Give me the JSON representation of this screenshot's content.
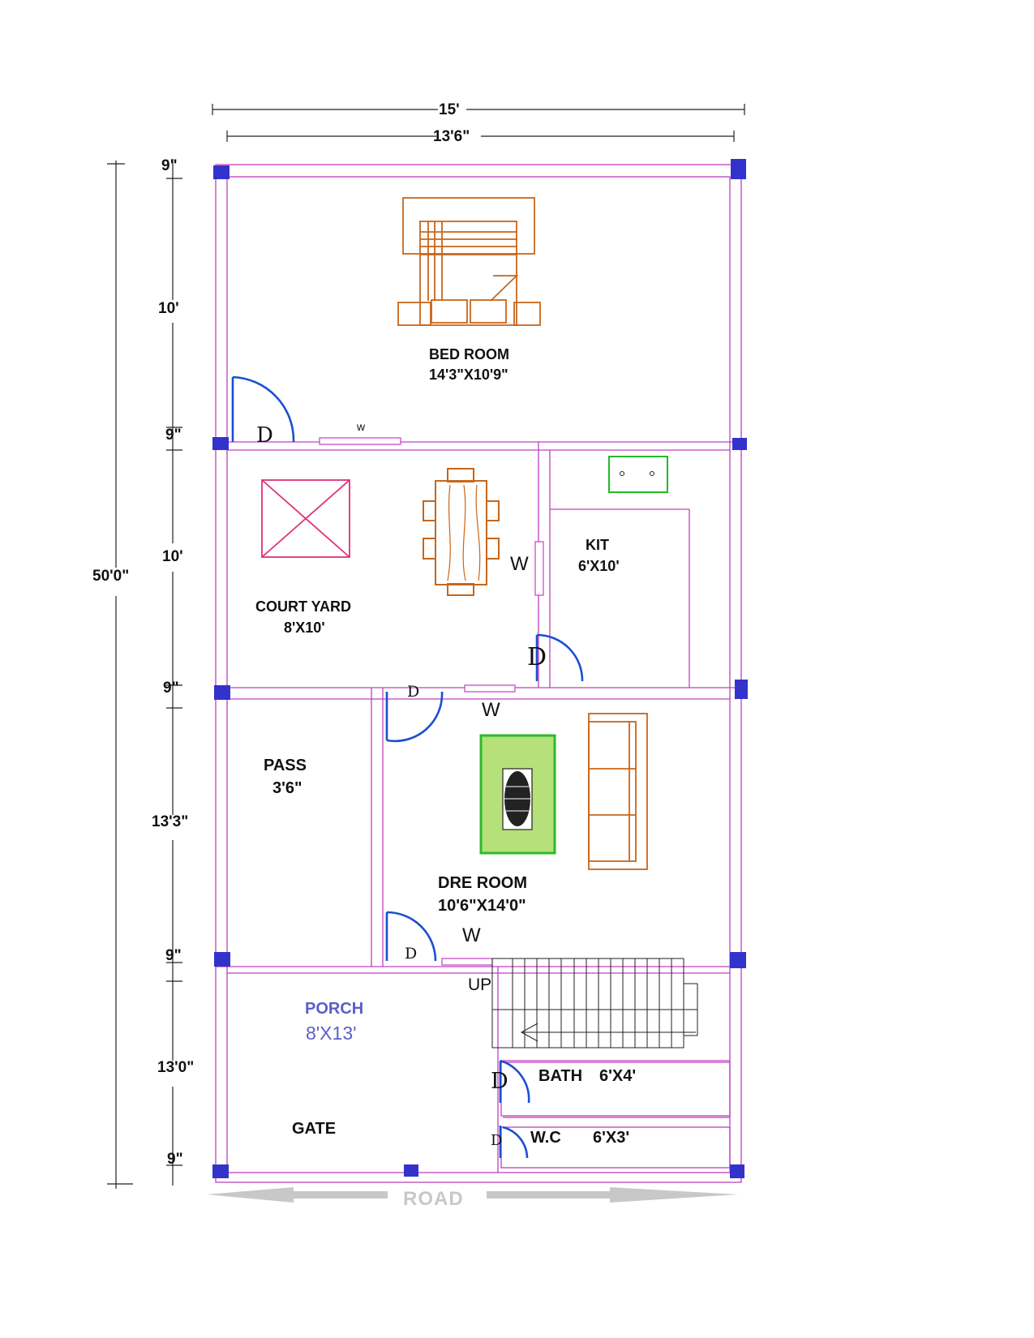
{
  "dimensions": {
    "overall_width": "15'",
    "inner_width": "13'6\"",
    "overall_length": "50'0\"",
    "wall_top": "9\"",
    "bedroom_depth": "10'",
    "wall_2": "9\"",
    "courtyard_depth": "10'",
    "wall_3": "9\"",
    "drawing_depth": "13'3\"",
    "wall_4": "9\"",
    "porch_depth": "13'0\"",
    "wall_bottom": "9\""
  },
  "rooms": {
    "bedroom": {
      "name": "BED ROOM",
      "size": "14'3\"X10'9\""
    },
    "courtyard": {
      "name": "COURT YARD",
      "size": "8'X10'"
    },
    "kitchen": {
      "name": "KIT",
      "size": "6'X10'"
    },
    "passage": {
      "name": "PASS",
      "size": "3'6\""
    },
    "drawing": {
      "name": "DRE ROOM",
      "size": "10'6\"X14'0\""
    },
    "porch": {
      "name": "PORCH",
      "size": "8'X13'"
    },
    "gate": "GATE",
    "bath": {
      "name": "BATH",
      "size": "6'X4'"
    },
    "wc": {
      "name": "W.C",
      "size": "6'X3'"
    }
  },
  "marks": {
    "door": "D",
    "window": "W",
    "window_small": "w",
    "stair_up": "UP"
  },
  "road_label": "ROAD",
  "colors": {
    "wall_line": "#c040c0",
    "column": "#3333cc",
    "door_swing": "#1a4fd0",
    "furniture": "#c8661a",
    "courtyard_x": "#e0307a",
    "sink": "#22bb22",
    "rug": "#b6e07a",
    "porch_text": "#5b5fc7",
    "road": "#c8c8c8"
  }
}
